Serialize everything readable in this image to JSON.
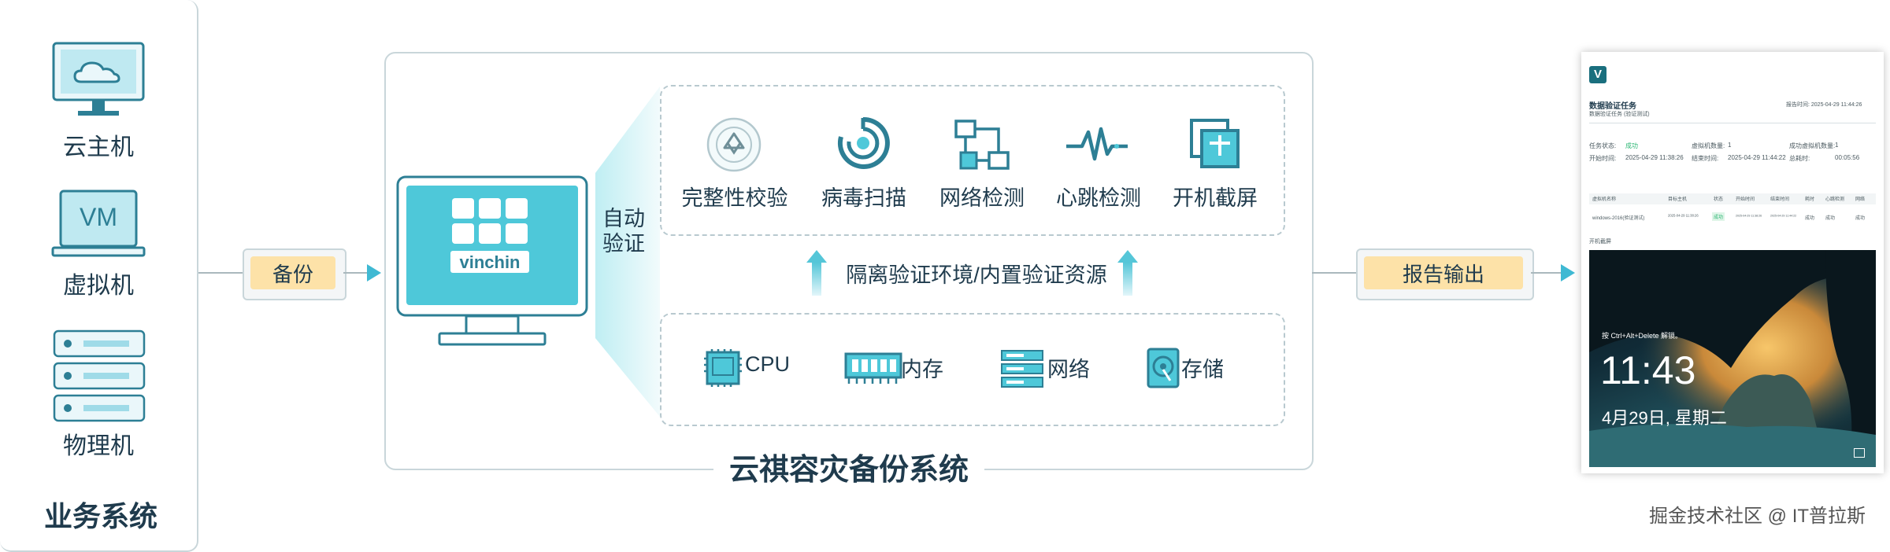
{
  "left": {
    "items": [
      {
        "label": "云主机",
        "icon": "cloud-monitor-icon"
      },
      {
        "label": "虚拟机",
        "icon": "vm-laptop-icon",
        "icon_text": "VM"
      },
      {
        "label": "物理机",
        "icon": "server-rack-icon"
      }
    ],
    "title": "业务系统"
  },
  "flow": {
    "backup_label": "备份",
    "report_label": "报告输出"
  },
  "center": {
    "title": "云祺容灾备份系统",
    "brand": "vinchin",
    "auto_verify": [
      "自动",
      "验证"
    ],
    "features": [
      {
        "label": "完整性校验",
        "icon": "integrity-check-icon"
      },
      {
        "label": "病毒扫描",
        "icon": "virus-scan-icon"
      },
      {
        "label": "网络检测",
        "icon": "network-detect-icon"
      },
      {
        "label": "心跳检测",
        "icon": "heartbeat-icon"
      },
      {
        "label": "开机截屏",
        "icon": "screenshot-icon"
      }
    ],
    "env_label": "隔离验证环境/内置验证资源",
    "resources": [
      {
        "label": "CPU",
        "icon": "cpu-icon"
      },
      {
        "label": "内存",
        "icon": "memory-icon"
      },
      {
        "label": "网络",
        "icon": "network-icon"
      },
      {
        "label": "存储",
        "icon": "storage-icon"
      }
    ]
  },
  "report": {
    "logo": "V",
    "heading": "数据验证任务",
    "sub": "数据验证任务 (验证测试)",
    "header_right": "报告时间: 2025-04-29 11:44:26",
    "row1": [
      "任务状态:",
      "成功",
      "虚拟机数量:",
      "1",
      "成功虚拟机数量:",
      "1"
    ],
    "row2": [
      "开始时间:",
      "2025-04-29 11:38:26",
      "结束时间:",
      "2025-04-29 11:44:22",
      "总耗时:",
      "00:05:56"
    ],
    "table_headers": [
      "虚拟机名称",
      "目标主机",
      "状态",
      "开始时间",
      "结束时间",
      "耗时",
      "心跳检测",
      "网络"
    ],
    "table_row": [
      "windows-2016(验证测试)",
      "2025-04-29 11:38:26",
      "成功",
      "2025-04-29 11:38:26",
      "2025-04-29 11:44:22",
      "成功",
      "成功",
      "成功"
    ],
    "screenshot_label": "开机截屏",
    "lock_hint": "按 Ctrl+Alt+Delete 解锁。",
    "time": "11:43",
    "date": "4月29日, 星期二"
  },
  "watermark": "掘金技术社区 @ IT普拉斯"
}
